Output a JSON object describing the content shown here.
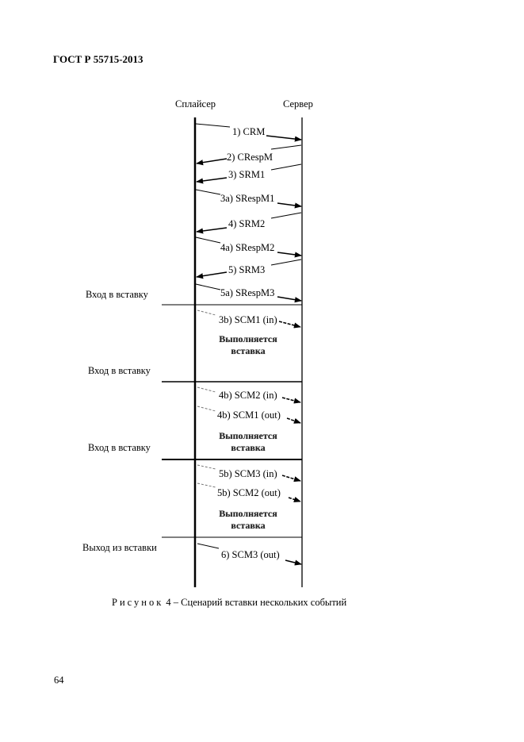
{
  "header": {
    "doc_id": "ГОСТ Р 55715-2013"
  },
  "lanes": {
    "splicer": "Сплайсер",
    "server": "Сервер"
  },
  "messages": [
    {
      "label": "1) CRM",
      "dir": "right"
    },
    {
      "label": "2) CRespM",
      "dir": "left"
    },
    {
      "label": "3) SRM1",
      "dir": "left"
    },
    {
      "label": "3a) SRespM1",
      "dir": "right"
    },
    {
      "label": "4) SRM2",
      "dir": "left"
    },
    {
      "label": "4a) SRespM2",
      "dir": "right"
    },
    {
      "label": "5) SRM3",
      "dir": "left"
    },
    {
      "label": "5a) SRespM3",
      "dir": "right"
    },
    {
      "label": "3b) SCM1 (in)",
      "dir": "right"
    },
    {
      "label": "4b) SCM2 (in)",
      "dir": "right"
    },
    {
      "label": "4b) SCM1 (out)",
      "dir": "right"
    },
    {
      "label": "5b) SCM3 (in)",
      "dir": "right"
    },
    {
      "label": "5b) SCM2 (out)",
      "dir": "right"
    },
    {
      "label": "6) SCM3 (out)",
      "dir": "right"
    }
  ],
  "side_labels": [
    "Вход в вставку",
    "Вход в вставку",
    "Вход в вставку",
    "Выход из вставки"
  ],
  "insert_text": [
    "Выполняется",
    "вставка"
  ],
  "caption": {
    "prefix": "Рисунок",
    "number": "4",
    "dash": "–",
    "text": "Сценарий вставки нескольких событий"
  },
  "page_number": "64"
}
